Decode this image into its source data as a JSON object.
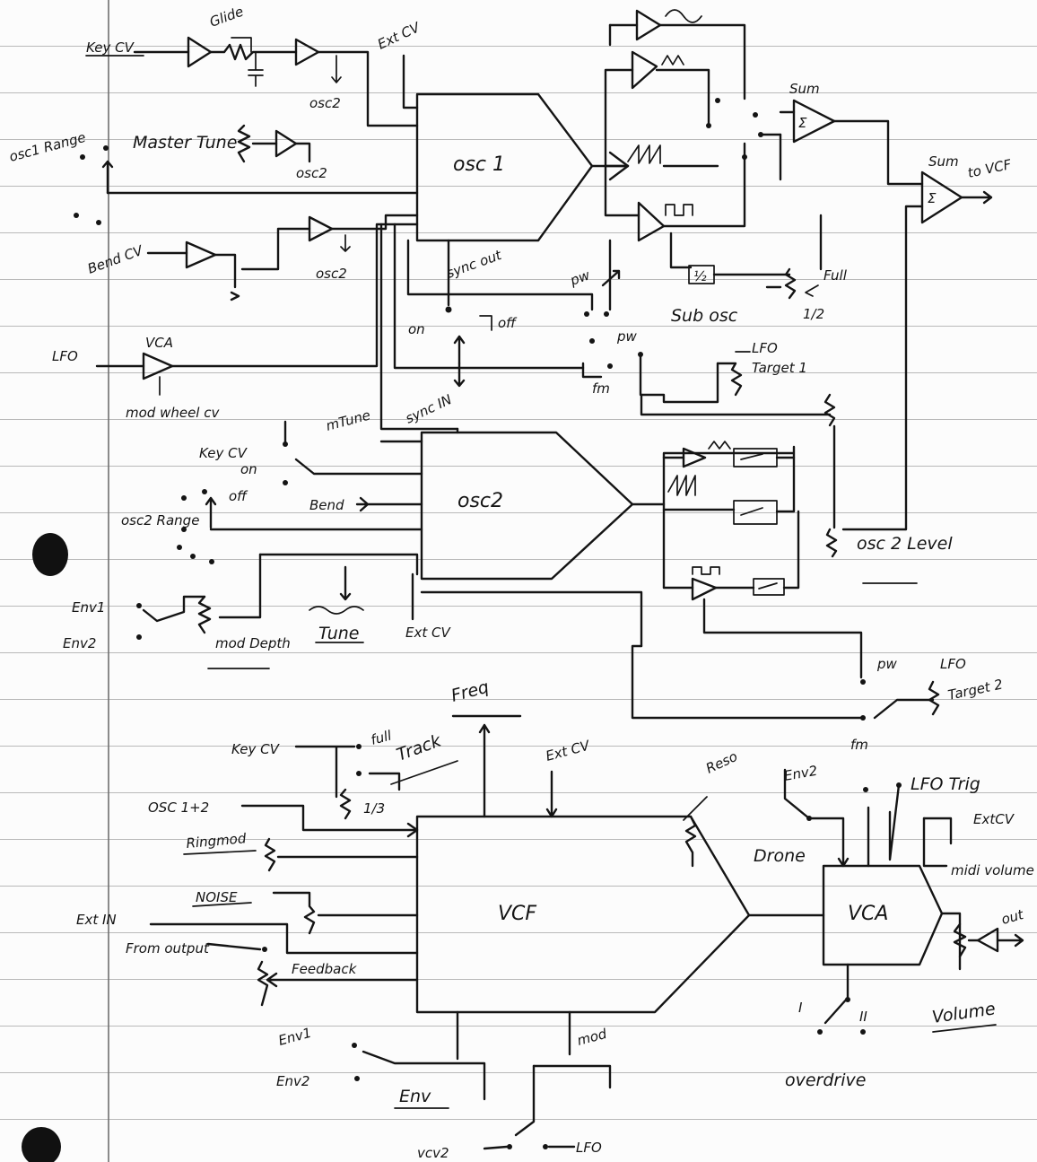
{
  "labels": {
    "glide": "Glide",
    "key_cv": "Key CV",
    "ext_cv_top": "Ext CV",
    "osc2_a": "osc2",
    "osc2_b": "osc2",
    "osc2_c": "osc2",
    "osc1_range": "osc1 Range",
    "master_tune": "Master Tune",
    "osc1": "osc 1",
    "bend_cv": "Bend CV",
    "sync_out": "sync out",
    "pw_osc1": "pw",
    "on_osc1": "on",
    "off_osc1": "off",
    "pw_sub": "pw",
    "fm_osc1": "fm",
    "lfo_in": "LFO",
    "vca_small": "VCA",
    "mod_wheel_cv": "mod wheel cv",
    "sum_top": "Sum",
    "sum_right": "Sum",
    "to_vcf": "to VCF",
    "full_sub": "Full",
    "half_sub": "1/2",
    "sub_osc": "Sub osc",
    "lfo_t1": "LFO",
    "target1": "Target 1",
    "sync_in": "sync IN",
    "m_tune": "mTune",
    "key_cv_2": "Key CV",
    "on_osc2": "on",
    "off_osc2": "off",
    "bend_osc2": "Bend",
    "osc2_range": "osc2 Range",
    "osc2": "osc2",
    "osc2_level": "osc 2 Level",
    "tune": "Tune",
    "ext_cv_osc2": "Ext CV",
    "env1_a": "Env1",
    "env2_a": "Env2",
    "mod_depth": "mod Depth",
    "pw_osc2": "pw",
    "lfo_t2": "LFO",
    "target2": "Target 2",
    "fm_osc2": "fm",
    "freq": "Freq",
    "key_cv_vcf": "Key CV",
    "full_vcf": "full",
    "track": "Track",
    "third_vcf": "1/3",
    "ext_cv_vcf": "Ext CV",
    "reso": "Reso",
    "osc12": "OSC 1+2",
    "ringmod": "Ringmod",
    "noise": "NOISE",
    "ext_in": "Ext IN",
    "from_output": "From output",
    "feedback": "Feedback",
    "vcf": "VCF",
    "env2_vca": "Env2",
    "drone": "Drone",
    "lfo_trig": "LFO Trig",
    "ext_cv_vca": "ExtCV",
    "midi_volume": "midi volume",
    "vca": "VCA",
    "out": "out",
    "volume": "Volume",
    "one": "I",
    "two": "II",
    "overdrive": "overdrive",
    "env1_b": "Env1",
    "env2_b": "Env2",
    "env": "Env",
    "mod": "mod",
    "vcv2": "vcv2",
    "lfo_bottom": "LFO",
    "half_box": "½"
  }
}
